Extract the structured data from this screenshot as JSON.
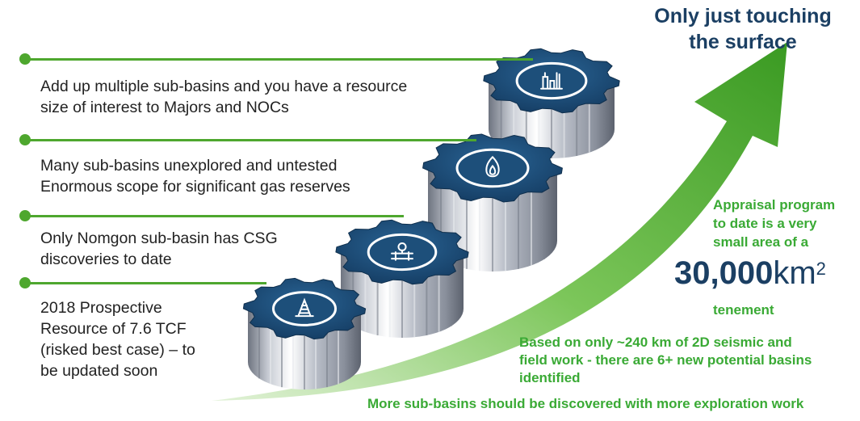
{
  "title": {
    "line1": "Only just touching",
    "line2": "the surface"
  },
  "bullets": [
    {
      "lines": [
        "Add up multiple sub-basins and you have a resource",
        "size of interest to Majors and NOCs"
      ]
    },
    {
      "lines": [
        "Many sub-basins unexplored and untested",
        "Enormous scope for significant gas reserves"
      ]
    },
    {
      "lines": [
        "Only Nomgon sub-basin has CSG",
        "discoveries to date"
      ]
    },
    {
      "lines": [
        "2018 Prospective",
        "Resource of 7.6 TCF",
        "(risked best case) – to",
        "be updated soon"
      ]
    }
  ],
  "appraisal": {
    "lines": [
      "Appraisal program",
      "to date is a very",
      "small area of a"
    ],
    "value": "30,000",
    "unit": "km",
    "exponent": "2",
    "suffix": "tenement"
  },
  "seismic": {
    "lines": [
      "Based on only ~240 km of 2D seismic and",
      "field work - there are 6+ new potential basins",
      "identified"
    ]
  },
  "footer": "More sub-basins should be discovered with more exploration work",
  "gear_icons": [
    "drill-rig-icon",
    "pipeline-meter-icon",
    "gas-flame-icon",
    "refinery-icon"
  ],
  "colors": {
    "green": "#4ea72e",
    "navy": "#1b3f63",
    "gear": "#1d4f7a"
  }
}
